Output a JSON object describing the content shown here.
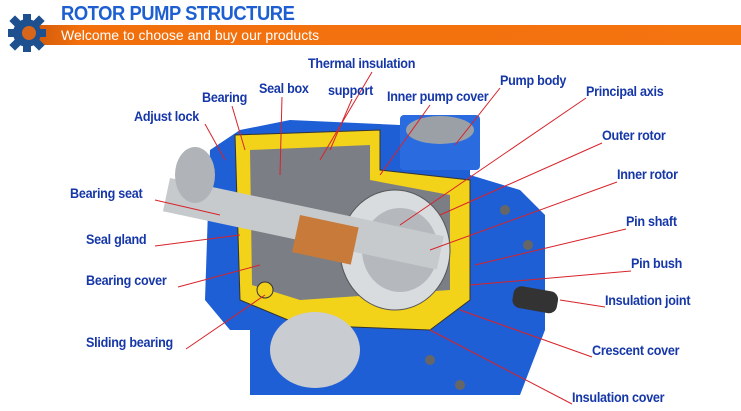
{
  "header": {
    "title": "ROTOR PUMP STRUCTURE",
    "subtitle": "Welcome to choose and buy our products"
  },
  "labels": {
    "thermal_insulation": "Thermal insulation",
    "bearing": "Bearing",
    "seal_box": "Seal box",
    "support": "support",
    "pump_body": "Pump body",
    "inner_pump_cover": "Inner pump cover",
    "principal_axis": "Principal axis",
    "adjust_lock": "Adjust lock",
    "outer_rotor": "Outer rotor",
    "inner_rotor": "Inner rotor",
    "bearing_seat": "Bearing seat",
    "pin_shaft": "Pin shaft",
    "seal_gland": "Seal gland",
    "pin_bush": "Pin bush",
    "bearing_cover": "Bearing cover",
    "insulation_joint": "Insulation joint",
    "sliding_bearing": "Sliding bearing",
    "crescent_cover": "Crescent cover",
    "insulation_cover": "Insulation cover"
  },
  "colors": {
    "accent": "#f47410",
    "title": "#1d5fd0",
    "label": "#1637a8",
    "body": "#1f5fd6",
    "cutaway": "#f3d21a",
    "leader": "#d8232a"
  }
}
